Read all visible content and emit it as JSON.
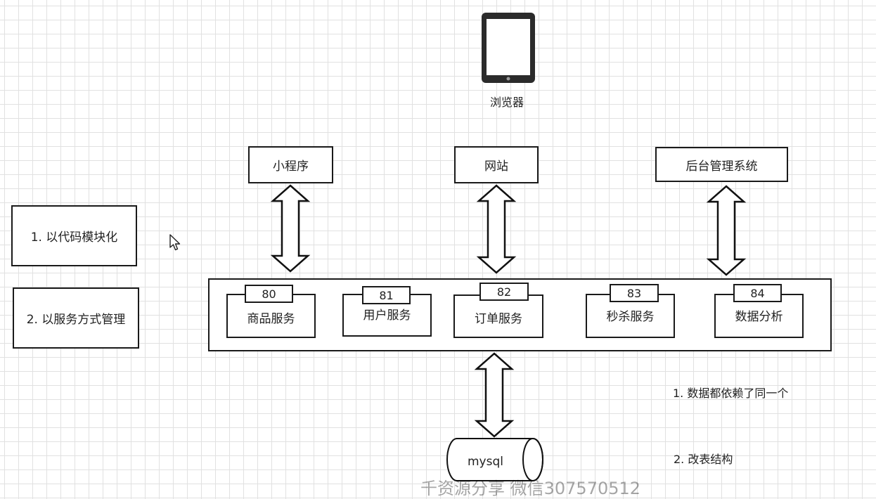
{
  "browser": {
    "label": "浏览器"
  },
  "clients": {
    "miniprogram": "小程序",
    "website": "网站",
    "admin": "后台管理系统"
  },
  "notes": {
    "modularize": "1. 以代码模块化",
    "service_manage": "2. 以服务方式管理",
    "data_dependency": "1. 数据都依赖了同一个",
    "change_table": "2. 改表结构"
  },
  "services": [
    {
      "port": "80",
      "name": "商品服务"
    },
    {
      "port": "81",
      "name": "用户服务"
    },
    {
      "port": "82",
      "name": "订单服务"
    },
    {
      "port": "83",
      "name": "秒杀服务"
    },
    {
      "port": "84",
      "name": "数据分析"
    }
  ],
  "database": {
    "label": "mysql"
  },
  "watermark": "千资源分享 微信307570512"
}
